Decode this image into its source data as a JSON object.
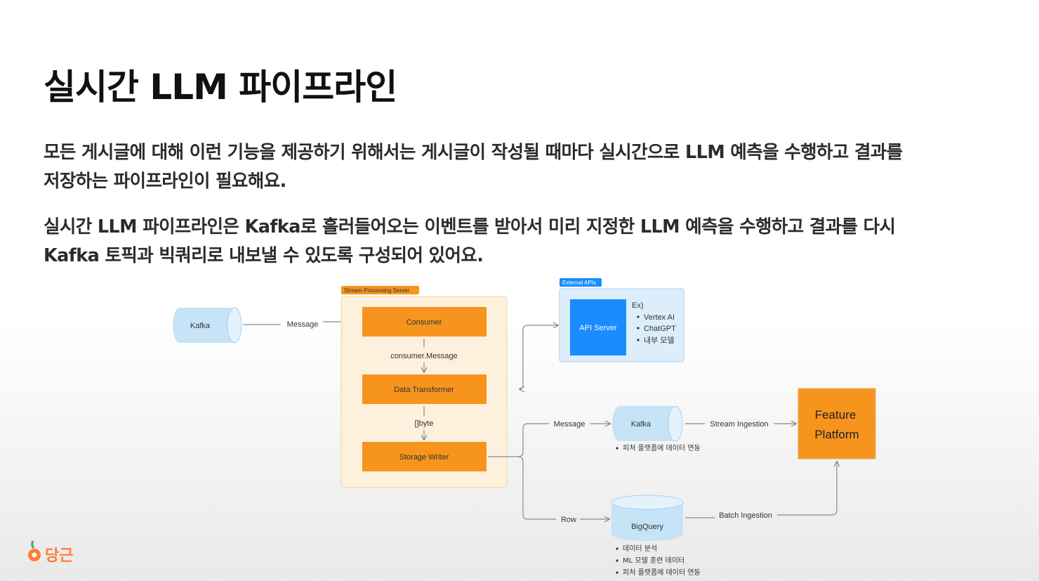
{
  "title": "실시간 LLM 파이프라인",
  "paragraphs": [
    {
      "line1": "모든 게시글에 대해 이런 기능을 제공하기 위해서는 게시글이 작성될 때마다 실시간으로 LLM 예측을 수행하고 결과를",
      "line2": "저장하는 파이프라인이 필요해요."
    },
    {
      "line1": "실시간 LLM 파이프라인은 Kafka로 흘러들어오는 이벤트를 받아서 미리 지정한 LLM 예측을 수행하고 결과를 다시",
      "line2": "Kafka 토픽과 빅쿼리로 내보낼 수 있도록 구성되어 있어요."
    }
  ],
  "diagram": {
    "source_kafka": "Kafka",
    "message_label": "Message",
    "stream_server": {
      "tag": "Stream Processing Server",
      "consumer": "Consumer",
      "consumer_message": "consumer.Message",
      "transformer": "Data Transformer",
      "byte_label": "[]byte",
      "writer": "Storage Writer"
    },
    "external": {
      "tag": "External APIs",
      "api_server": "API Server",
      "ex_label": "Ex)",
      "examples": [
        "Vertex AI",
        "ChatGPT",
        "내부 모델"
      ]
    },
    "kafka_out": {
      "message_label": "Message",
      "name": "Kafka",
      "note": "피처 플랫폼에 데이터 연동",
      "ingestion": "Stream Ingestion"
    },
    "bigquery": {
      "row_label": "Row",
      "name": "BigQuery",
      "notes": [
        "데이터 분석",
        "ML 모델 훈련 데이터",
        "피처 플랫폼에 데이터 연동"
      ],
      "ingestion": "Batch Ingestion"
    },
    "feature_platform": {
      "line1": "Feature",
      "line2": "Platform"
    }
  },
  "logo": {
    "text": "당근"
  },
  "colors": {
    "orange": "#f7941d",
    "orange_light": "#fdf0dc",
    "blue": "#1a8cff",
    "blue_light": "#dceefb",
    "cylinder": "#c6e3f7",
    "logo": "#ff7e36"
  }
}
